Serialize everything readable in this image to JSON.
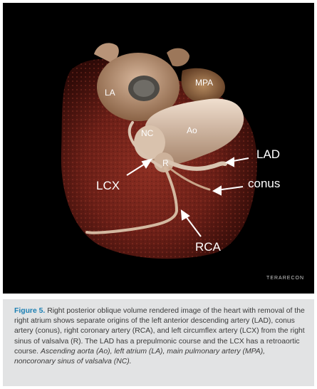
{
  "figure": {
    "labels": {
      "la": "LA",
      "mpa": "MPA",
      "nc": "NC",
      "ao": "Ao",
      "r": "R",
      "lad": "LAD",
      "conus": "conus",
      "lcx": "LCX",
      "rca": "RCA"
    },
    "watermark": "TERARECON"
  },
  "caption": {
    "label": "Figure 5.",
    "text": " Right posterior oblique volume rendered image of the heart with removal of the right atrium shows separate origins of the left anterior descending artery (LAD), conus artery (conus), right coronary artery (RCA), and left circumflex artery (LCX) from the right sinus of valsalva (R). The LAD has a prepulmonic course and the LCX has a retroaortic course. ",
    "italic": "Ascending aorta (Ao), left atrium (LA), main pulmonary artery (MPA), noncoronary sinus of valsalva (NC)."
  },
  "colors": {
    "panel_bg": "#000000",
    "caption_bg": "#e2e3e4",
    "caption_label": "#1b7fb3",
    "caption_text": "#3a3a3a"
  }
}
